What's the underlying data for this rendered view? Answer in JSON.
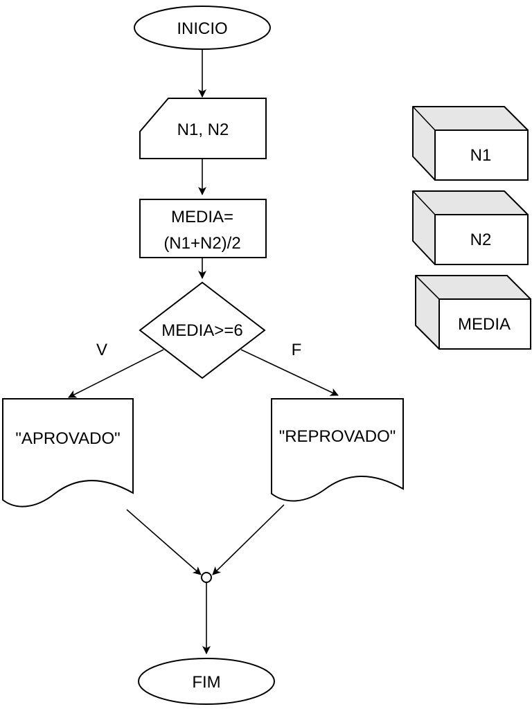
{
  "flow": {
    "start": "INICIO",
    "input": "N1, N2",
    "process_line1": "MEDIA=",
    "process_line2": "(N1+N2)/2",
    "decision": "MEDIA>=6",
    "true_label": "V",
    "false_label": "F",
    "out_true": "\"APROVADO\"",
    "out_false": "\"REPROVADO\"",
    "end": "FIM"
  },
  "variables": [
    "N1",
    "N2",
    "MEDIA"
  ]
}
